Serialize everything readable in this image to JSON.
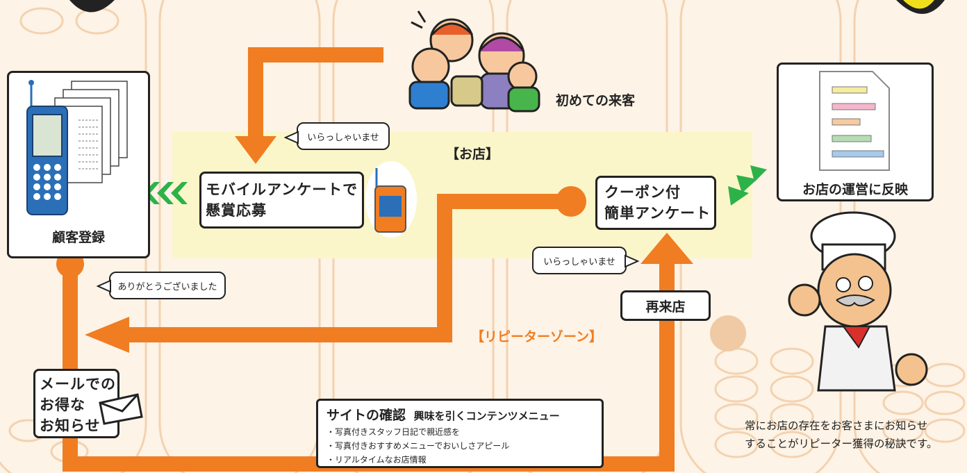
{
  "first_visit": {
    "label": "初めての来客"
  },
  "store": {
    "label": "【お店】"
  },
  "repeater_zone": {
    "label": "【リピーターゾーン】"
  },
  "bubbles": {
    "welcome_top": "いらっしゃいませ",
    "welcome_bottom": "いらっしゃいませ",
    "thanks": "ありがとうございました"
  },
  "boxes": {
    "customer_registration": "顧客登録",
    "mobile_survey_line1": "モバイルアンケートで",
    "mobile_survey_line2": "懸賞応募",
    "coupon_line1": "クーポン付",
    "coupon_line2": "簡単アンケート",
    "reflect": "お店の運営に反映",
    "revisit": "再来店",
    "mail_line1": "メールでの",
    "mail_line2": "お得な",
    "mail_line3": "お知らせ"
  },
  "site": {
    "title": "サイトの確認",
    "subtitle": "興味を引くコンテンツメニュー",
    "items": [
      "・写真付きスタッフ日記で親近感を",
      "・写真付きおすすめメニューでおいしさアピール",
      "・リアルタイムなお店情報"
    ]
  },
  "caption": {
    "line1": "常にお店の存在をお客さまにお知らせ",
    "line2": "することがリピーター獲得の秘訣です。"
  },
  "colors": {
    "flow": "#f07d22",
    "green": "#2db24a",
    "store_bg": "#fbf6c9",
    "background": "#fdf3e6"
  }
}
